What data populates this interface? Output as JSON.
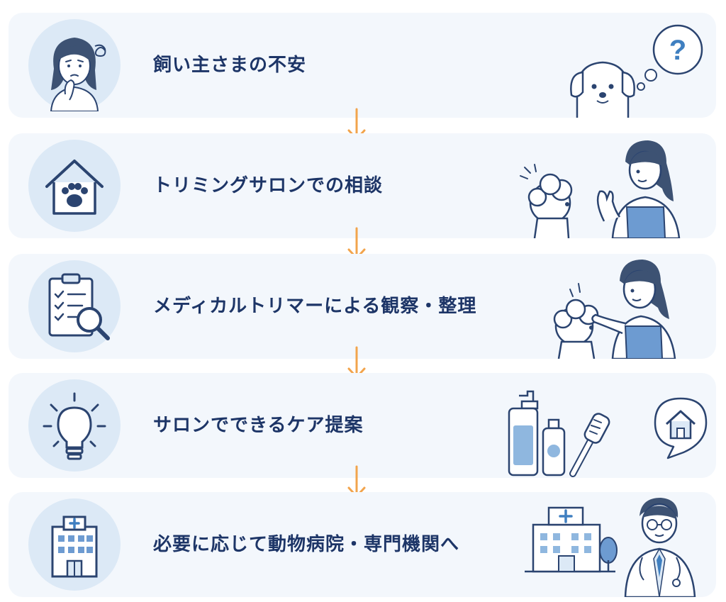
{
  "steps": [
    {
      "label": "飼い主さまの不安"
    },
    {
      "label": "トリミングサロンでの相談"
    },
    {
      "label": "メディカルトリマーによる観察・整理"
    },
    {
      "label": "サロンでできるケア提案"
    },
    {
      "label": "必要に応じて動物病院・専門機関へ"
    }
  ],
  "illustration_text": {
    "question_mark": "?"
  },
  "colors": {
    "card_bg": "#f3f7fc",
    "circle_bg": "#dce9f6",
    "text": "#1d3567",
    "line": "#2b4470",
    "accent_blue": "#3f7fc0",
    "arrow": "#f2a44c"
  }
}
